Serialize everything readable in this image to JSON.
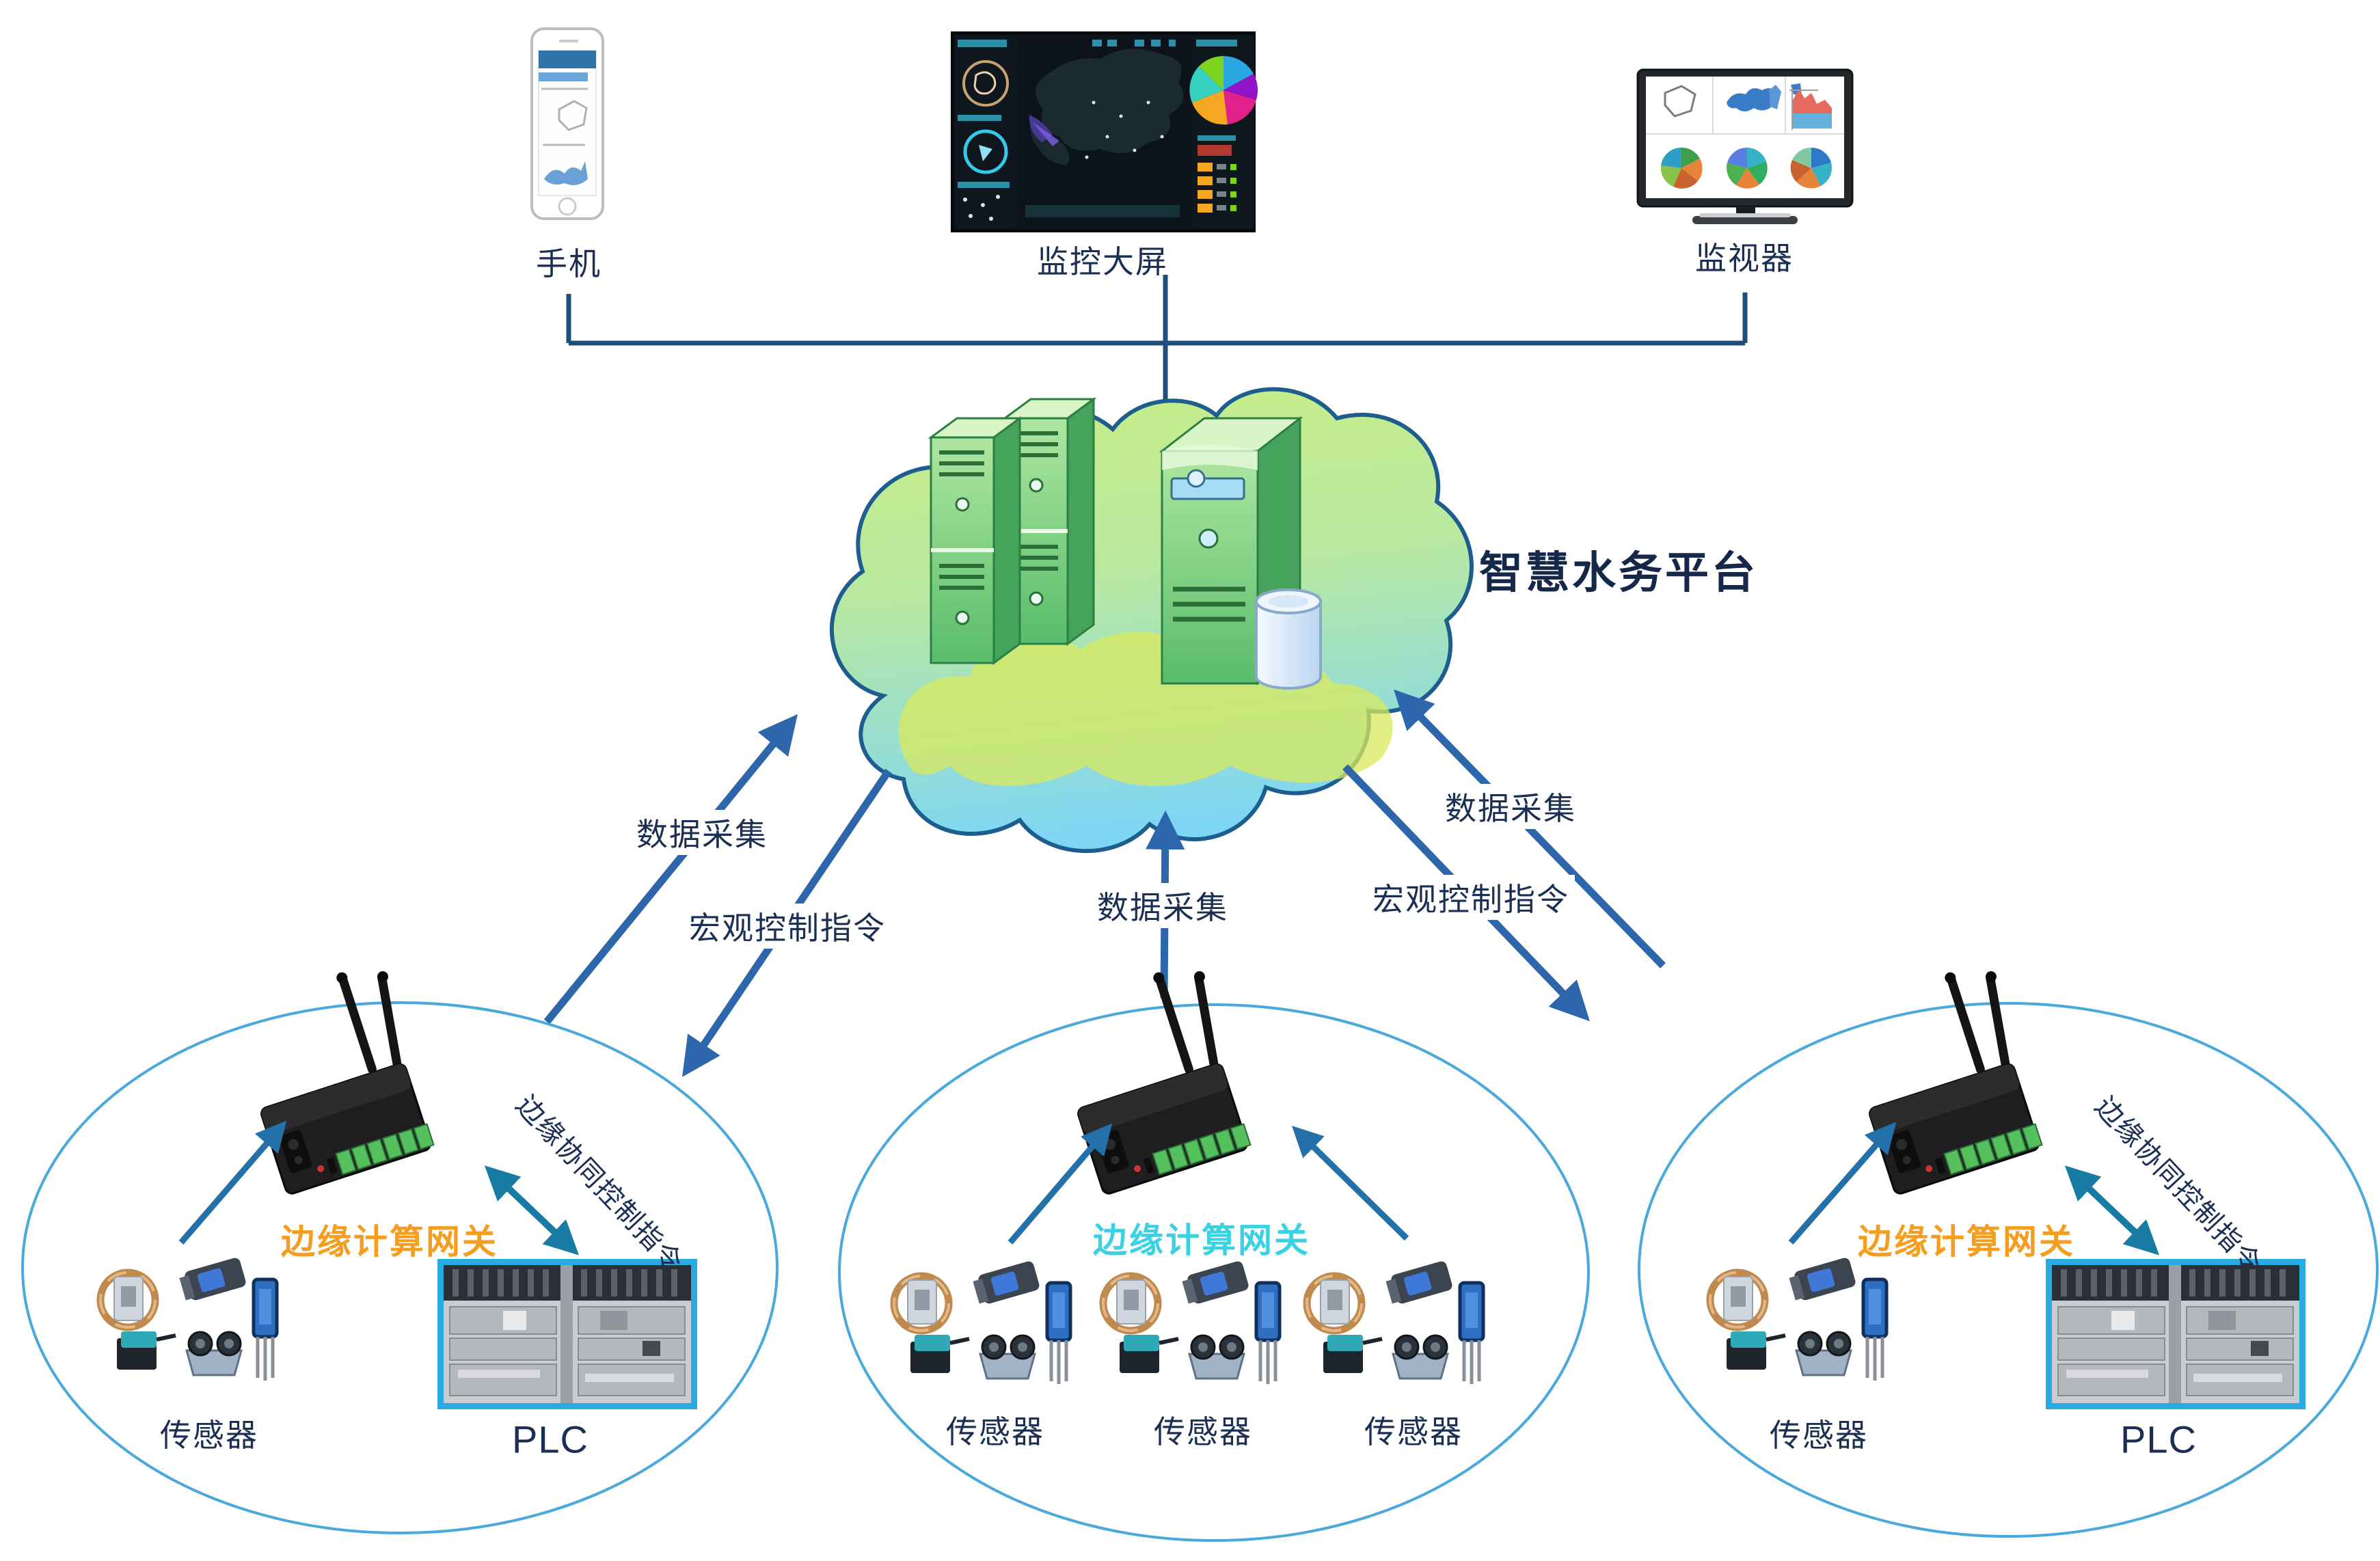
{
  "platform": {
    "label": "智慧水务平台"
  },
  "top_devices": {
    "phone": {
      "label": "手机"
    },
    "big_screen": {
      "label": "监控大屏"
    },
    "monitor": {
      "label": "监视器"
    }
  },
  "connections": {
    "left_up": "数据采集",
    "left_down": "宏观控制指令",
    "middle_up": "数据采集",
    "right_up": "数据采集",
    "right_down": "宏观控制指令"
  },
  "edge_groups": [
    {
      "position": "left",
      "gateway_label": "边缘计算网关",
      "gateway_label_color": "#f59d1e",
      "side_label": "边缘协同控制指令",
      "sensor_label": "传感器",
      "plc_label": "PLC"
    },
    {
      "position": "middle",
      "gateway_label": "边缘计算网关",
      "gateway_label_color": "#3ad1e3",
      "sensor_labels": [
        "传感器",
        "传感器",
        "传感器"
      ]
    },
    {
      "position": "right",
      "gateway_label": "边缘计算网关",
      "gateway_label_color": "#f59d1e",
      "side_label": "边缘协同控制指令",
      "sensor_label": "传感器",
      "plc_label": "PLC"
    }
  ],
  "colors": {
    "label_navy": "#1b2f55",
    "arrow_blue": "#2e66ac",
    "connector_navy": "#1f4e79",
    "double_arrow_teal": "#177ba3",
    "ellipse_border": "#49a8dc",
    "cloud_border": "#1d5e8f",
    "cloud_green": "#c8ec83",
    "cloud_cyan": "#85d7f2",
    "server_green": "#6fcf7f",
    "plc_frame_blue": "#29abe2",
    "gateway_orange": "#f59d1e",
    "gateway_cyan": "#3ad1e3"
  }
}
